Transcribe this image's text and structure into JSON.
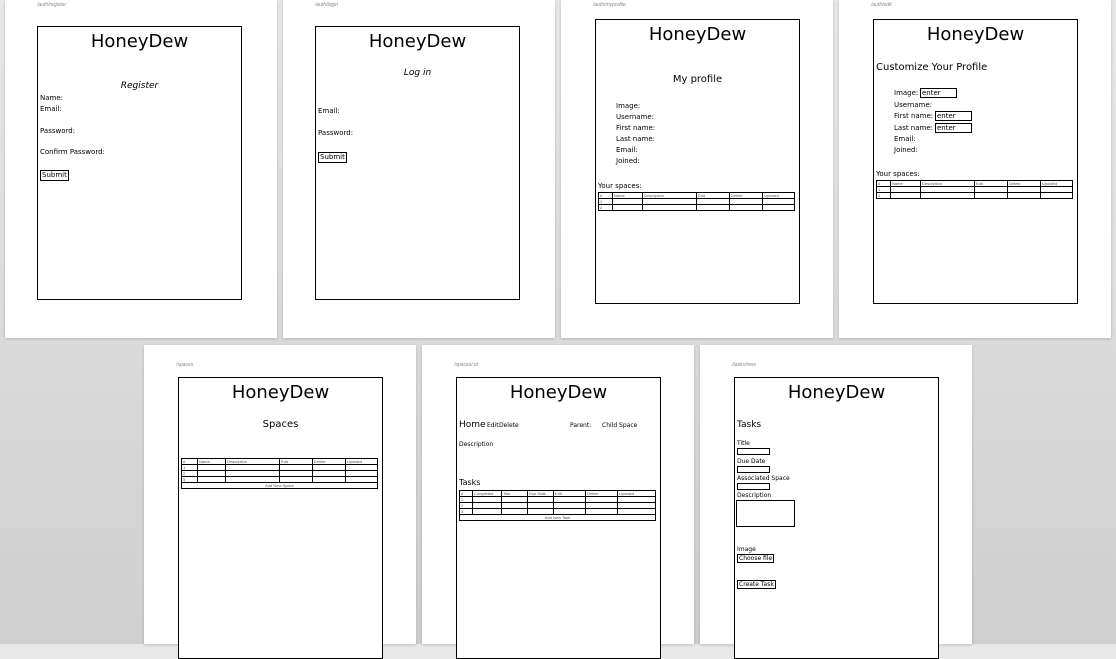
{
  "brand": "HoneyDew",
  "register": {
    "path": "/auth/register",
    "heading": "Register",
    "labels": [
      "Name:",
      "Email:",
      "Password:",
      "Confirm Password:"
    ],
    "submit": "Submit"
  },
  "login": {
    "path": "/auth/login",
    "heading": "Log in",
    "labels": [
      "Email:",
      "Password:"
    ],
    "submit": "Submit"
  },
  "profile": {
    "path": "/auth/myprofile",
    "heading": "My profile",
    "labels": [
      "Image:",
      "Username:",
      "First name:",
      "Last name:",
      "Email:",
      "Joined:"
    ],
    "spaces_label": "Your spaces:",
    "columns": [
      "#",
      "Name",
      "Description",
      "Edit",
      "Delete",
      "Updated"
    ],
    "rows": [
      "1",
      "2"
    ]
  },
  "edit": {
    "path": "/auth/edit",
    "heading": "Customize Your Profile",
    "labels": [
      "Image:",
      "Username:",
      "First name:",
      "Last name:",
      "Email:",
      "Joined:"
    ],
    "input_value": "enter",
    "spaces_label": "Your spaces:",
    "columns": [
      "#",
      "Name",
      "Description",
      "Edit",
      "Delete",
      "Updated"
    ],
    "rows": [
      "1",
      "2"
    ]
  },
  "spaces": {
    "path": "/spaces",
    "heading": "Spaces",
    "columns": [
      "#",
      "Name",
      "Description",
      "Edit",
      "Delete",
      "Updated"
    ],
    "rows": [
      "1",
      "2",
      "3"
    ],
    "add": "Add New Space"
  },
  "space_detail": {
    "path": "/spaces/:id",
    "home": "Home",
    "edit": "Edit",
    "delete": "Delete",
    "parent": "Parent:",
    "child": "Child Space",
    "description": "Description",
    "tasks_label": "Tasks",
    "columns": [
      "#",
      "Completed",
      "Title",
      "Due Date",
      "Edit",
      "Delete",
      "Updated"
    ],
    "rows": [
      "1",
      "2",
      "3"
    ],
    "add": "Add New Task"
  },
  "task_new": {
    "path": "/tasks/new",
    "heading": "Tasks",
    "title": "Title",
    "due": "Due Date",
    "space": "Associated Space",
    "description": "Description",
    "image": "Image",
    "choose": "Choose file",
    "create": "Create Task"
  }
}
